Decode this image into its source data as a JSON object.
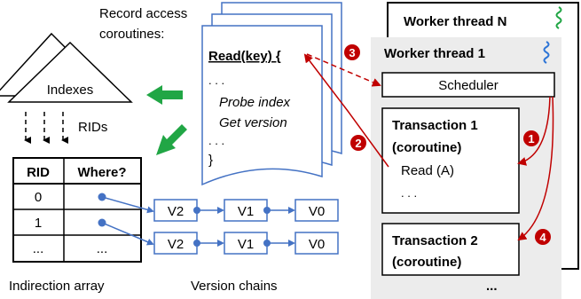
{
  "record_access": {
    "line1": "Record access",
    "line2": "coroutines:"
  },
  "coroutine_doc": {
    "title": "Read(key) {",
    "dots1": ". . .",
    "line_probe": "Probe index",
    "line_get": "Get version",
    "dots2": ". . .",
    "close": "}"
  },
  "indexes": {
    "label": "Indexes",
    "rids_label": "RIDs"
  },
  "indirection": {
    "headers": [
      "RID",
      "Where?"
    ],
    "rows": [
      {
        "rid": "0"
      },
      {
        "rid": "1"
      },
      {
        "rid": "...",
        "where": "..."
      }
    ],
    "caption": "Indirection array"
  },
  "version_chains": {
    "chains": [
      [
        "V2",
        "V1",
        "V0"
      ],
      [
        "V2",
        "V1",
        "V0"
      ]
    ],
    "caption": "Version chains"
  },
  "worker_n": {
    "title": "Worker thread N"
  },
  "worker_1": {
    "title": "Worker thread 1",
    "scheduler": "Scheduler",
    "tx1": {
      "line1": "Transaction 1",
      "line2": "(coroutine)",
      "action": "Read (A)",
      "dots": ". . ."
    },
    "tx2": {
      "line1": "Transaction 2",
      "line2": "(coroutine)"
    },
    "more": "..."
  },
  "steps": [
    "1",
    "2",
    "3",
    "4"
  ],
  "colors": {
    "blue": "#4472c4",
    "red": "#c00000",
    "green": "#21a645",
    "gray_panel": "#ececec",
    "squiggle_green": "#21a645",
    "squiggle_blue": "#2e75d6"
  }
}
